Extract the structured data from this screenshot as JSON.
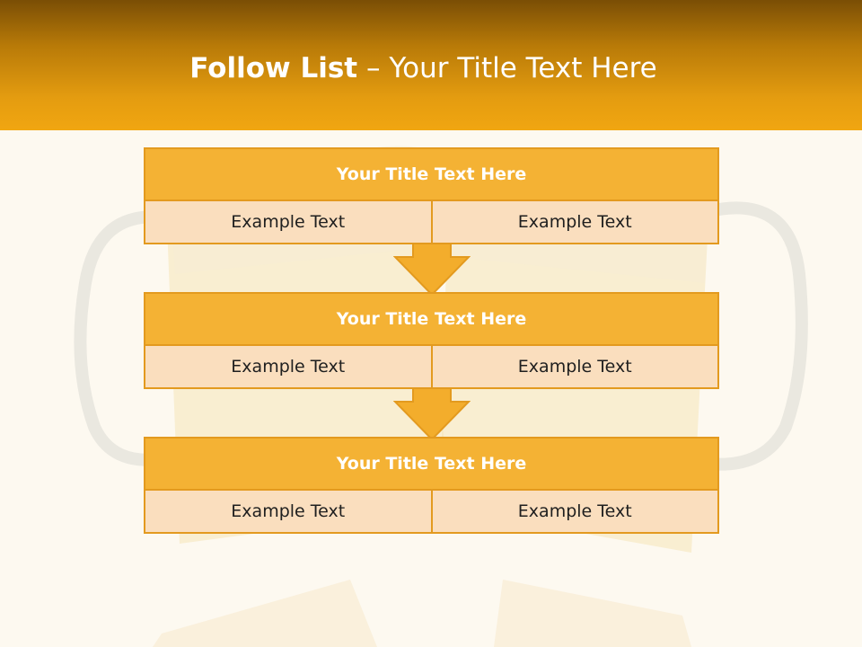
{
  "slide": {
    "title_bold": "Follow List",
    "title_rest": " – Your Title Text Here"
  },
  "steps": [
    {
      "title": "Your Title Text Here",
      "left": "Example Text",
      "right": "Example Text"
    },
    {
      "title": "Your Title Text Here",
      "left": "Example Text",
      "right": "Example Text"
    },
    {
      "title": "Your Title Text Here",
      "left": "Example Text",
      "right": "Example Text"
    }
  ],
  "colors": {
    "header_dark": "#7a4e05",
    "header_light": "#f1a611",
    "block_title": "#f4b234",
    "block_cell": "#fadebe",
    "border": "#e39a1f",
    "arrow_fill": "#f3ad2c",
    "background": "#fdf9f0"
  },
  "background_image": "faded beer mugs clinking"
}
